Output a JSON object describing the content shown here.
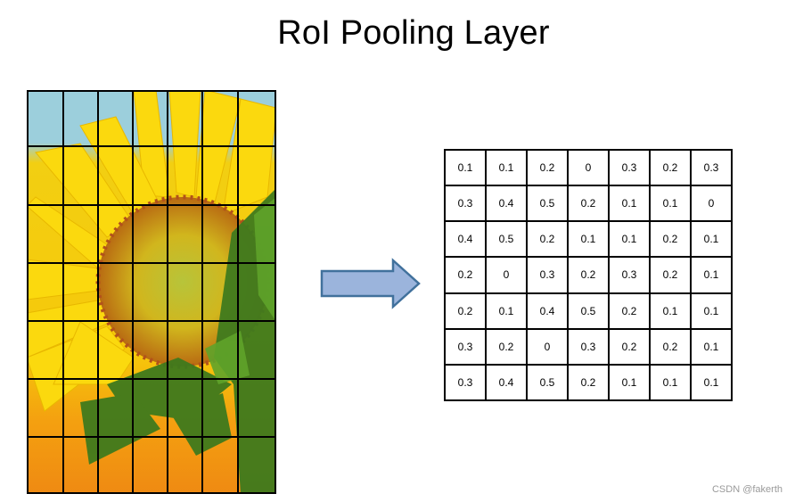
{
  "title": "RoI Pooling Layer",
  "image_grid": {
    "rows": 7,
    "cols": 7,
    "icon": "sunflower-image"
  },
  "arrow_icon": "right-arrow-icon",
  "pooled_matrix": [
    [
      "0.1",
      "0.1",
      "0.2",
      "0",
      "0.3",
      "0.2",
      "0.3"
    ],
    [
      "0.3",
      "0.4",
      "0.5",
      "0.2",
      "0.1",
      "0.1",
      "0"
    ],
    [
      "0.4",
      "0.5",
      "0.2",
      "0.1",
      "0.1",
      "0.2",
      "0.1"
    ],
    [
      "0.2",
      "0",
      "0.3",
      "0.2",
      "0.3",
      "0.2",
      "0.1"
    ],
    [
      "0.2",
      "0.1",
      "0.4",
      "0.5",
      "0.2",
      "0.1",
      "0.1"
    ],
    [
      "0.3",
      "0.2",
      "0",
      "0.3",
      "0.2",
      "0.2",
      "0.1"
    ],
    [
      "0.3",
      "0.4",
      "0.5",
      "0.2",
      "0.1",
      "0.1",
      "0.1"
    ]
  ],
  "watermark": "CSDN @fakerth",
  "colors": {
    "arrow_fill": "#9bb4dc",
    "arrow_stroke": "#41719c",
    "sky": "#9ccfdc",
    "petal": "#f6d10b",
    "leaf": "#3f7a1d"
  }
}
